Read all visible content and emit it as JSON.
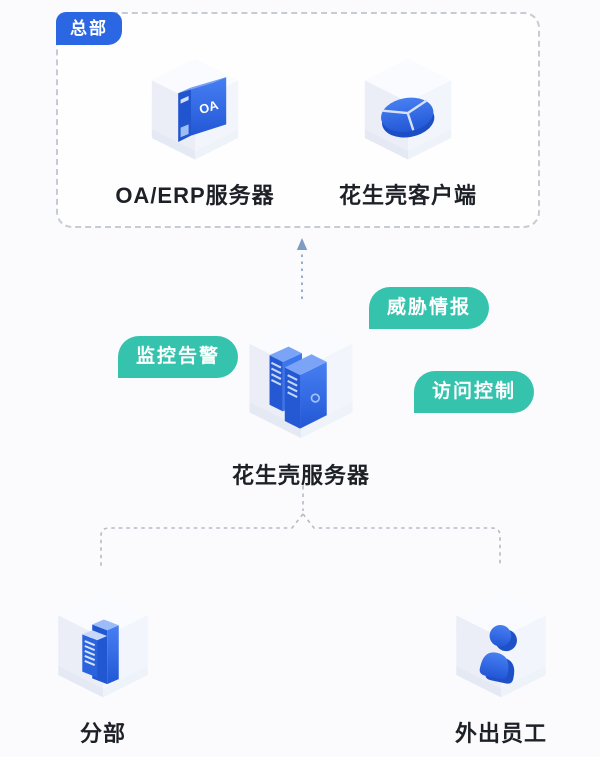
{
  "diagram": {
    "hq": {
      "badge": "总部",
      "nodes": [
        {
          "label": "OA/ERP服务器",
          "icon": "oa-erp-server-icon",
          "icon_text": "OA"
        },
        {
          "label": "花生壳客户端",
          "icon": "peanut-shell-client-icon"
        }
      ]
    },
    "center": {
      "label": "花生壳服务器",
      "icon": "peanut-shell-server-icon"
    },
    "tags": [
      {
        "label": "监控告警"
      },
      {
        "label": "威胁情报"
      },
      {
        "label": "访问控制"
      }
    ],
    "bottom": [
      {
        "label": "分部",
        "icon": "branch-office-icon"
      },
      {
        "label": "外出员工",
        "icon": "field-staff-icon"
      }
    ]
  },
  "colors": {
    "badge_blue": "#2b66e3",
    "tag_teal": "#35c3ae",
    "icon_blue": "#2f6ce6",
    "icon_blue_dark": "#1e50c6",
    "icon_blue_light": "#9cbcf7",
    "connector_gray": "#b4bac6",
    "arrow_blue": "#7f9cc5",
    "text_dark": "#1d2127",
    "box_border": "#c6cbd6"
  }
}
